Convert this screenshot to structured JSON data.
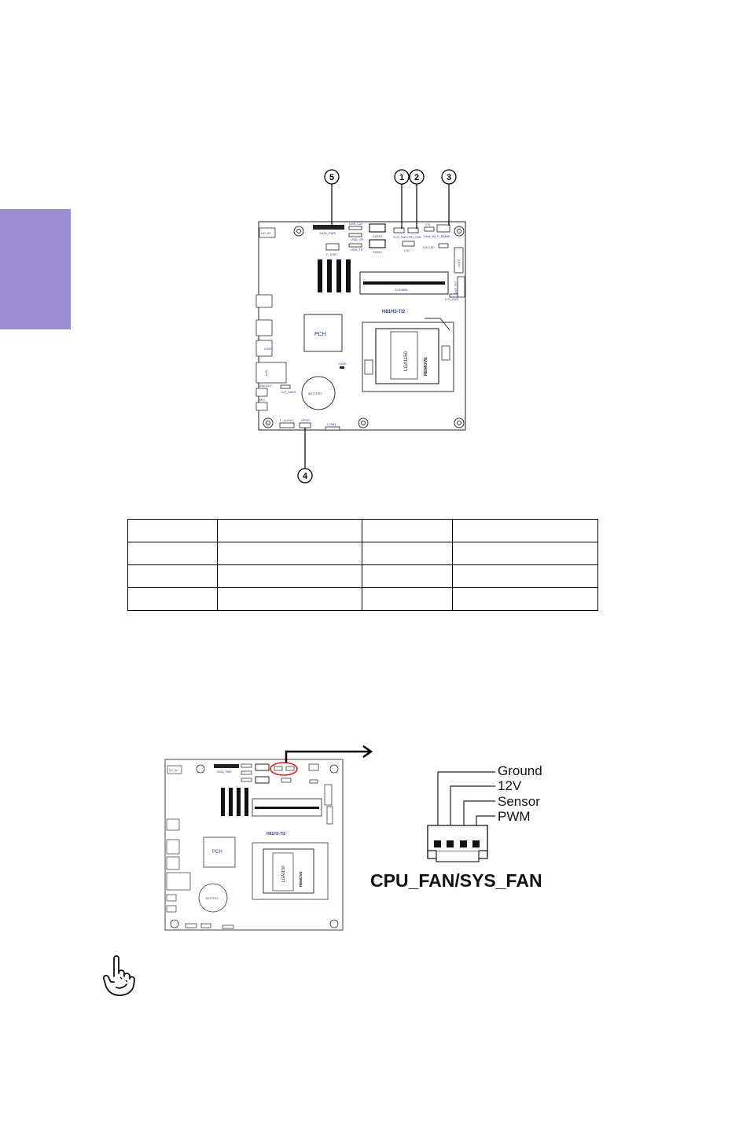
{
  "board": {
    "model": "H81H3-TI2",
    "chips": {
      "pch": "PCH",
      "socket": "LGA1150",
      "remove": "REMOVE",
      "battery": "BATTERY"
    },
    "connectors": {
      "sata_pwr": "SATA_PWR",
      "sata2": "SATA2",
      "sata1": "SATA1",
      "sys_fan": "SYS_FAN",
      "cpu_fan": "CPU_FAN",
      "f_panel": "F_PANEL",
      "f_usb": "F_USB",
      "usb_cm": "USB_CM",
      "usb_op": "USB_OP",
      "usb_tp": "USB_TP",
      "ldc": "LDC",
      "lvds": "LVDS",
      "sodimm": "SODIMM",
      "lan": "LAN",
      "lineout": "LINEOUT",
      "mic": "MIC",
      "clr_cmos": "CLR_CMOS",
      "f_audio": "F_AUDIO",
      "spkr": "SPKR",
      "com1": "COM1",
      "dc_in": "DC_IN",
      "case": "CASE",
      "usb3": "USB3",
      "lcd_pwr": "LCD_PWR",
      "disp_sft": "DISP_SFT",
      "cis": "CIS",
      "mute_sw": "Mute SW",
      "lan_led": "LAN LED"
    },
    "callouts": [
      "1",
      "2",
      "3",
      "4",
      "5"
    ]
  },
  "table": {
    "rows": [
      [
        "",
        "",
        "",
        ""
      ],
      [
        "",
        "",
        "",
        ""
      ],
      [
        "",
        "",
        "",
        ""
      ],
      [
        "",
        "",
        "",
        ""
      ]
    ]
  },
  "fan_diagram": {
    "title": "CPU_FAN/SYS_FAN",
    "pins": [
      "Ground",
      "12V",
      "Sensor",
      "PWM"
    ]
  },
  "icons": {
    "note": "pointing-hand-icon"
  }
}
